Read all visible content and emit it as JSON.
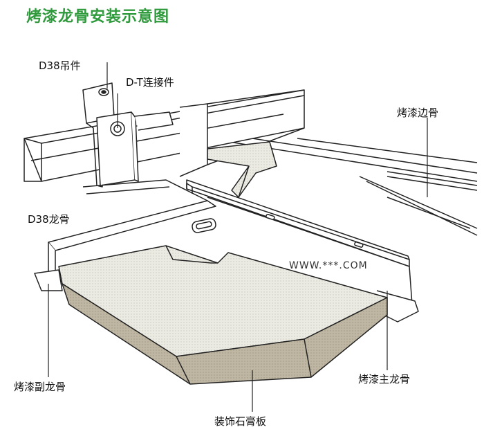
{
  "title": "烤漆龙骨安装示意图",
  "labels": {
    "hanger": "D38吊件",
    "dt_connector": "D-T连接件",
    "edge_keel": "烤漆边骨",
    "d38_keel": "D38龙骨",
    "secondary_keel": "烤漆副龙骨",
    "main_keel": "烤漆主龙骨",
    "gypsum_board": "装饰石膏板"
  },
  "watermark": "WWW.***.COM",
  "colors": {
    "title": "#2e9a3c",
    "board_top": "#ecebe3",
    "board_side": "#bfb7a3",
    "line": "#222222"
  }
}
